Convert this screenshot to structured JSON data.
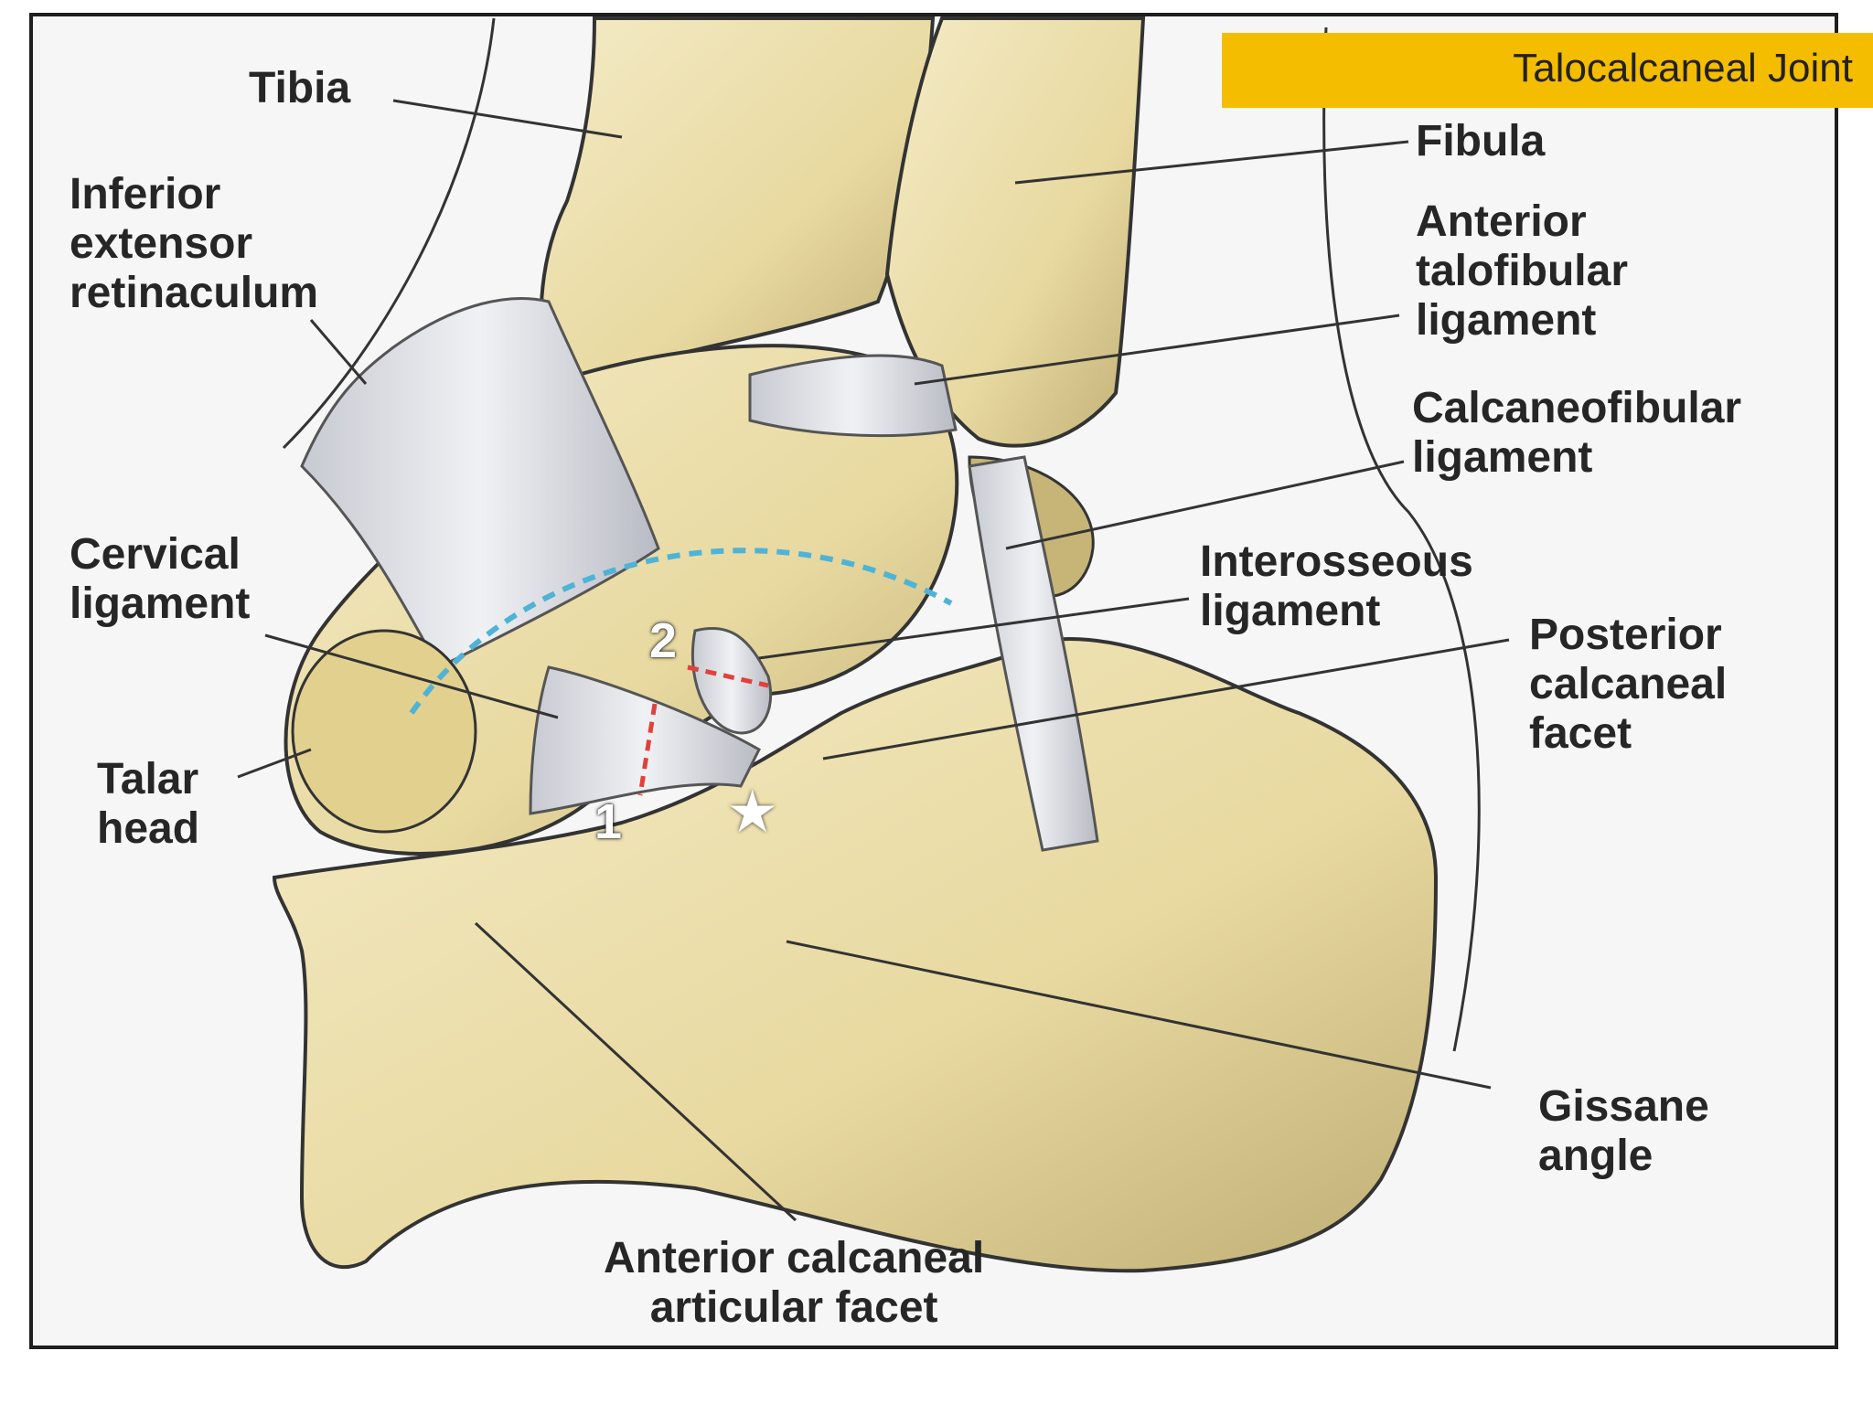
{
  "title": "Talocalcaneal Joint",
  "labels": {
    "tibia": "Tibia",
    "inferior_extensor_retinaculum": "Inferior\nextensor\nretinaculum",
    "cervical_ligament": "Cervical\nligament",
    "talar_head": "Talar\nhead",
    "fibula": "Fibula",
    "anterior_talofibular_ligament": "Anterior\ntalofibular\nligament",
    "calcaneofibular_ligament": "Calcaneofibular\nligament",
    "interosseous_ligament": "Interosseous\nligament",
    "posterior_calcaneal_facet": "Posterior\ncalcaneal\nfacet",
    "gissane_angle": "Gissane\nangle",
    "anterior_calcaneal_articular_facet": "Anterior calcaneal\narticular facet"
  },
  "markers": {
    "one": "1",
    "two": "2",
    "star": "★"
  },
  "colors": {
    "title_bar": "#f5bd00",
    "bone": "#efe3b2",
    "bone_shadow": "#c9b77a",
    "ligament": "#d9dbe3",
    "dashed_blue": "#4fb3d6",
    "dashed_red": "#e0413a"
  }
}
